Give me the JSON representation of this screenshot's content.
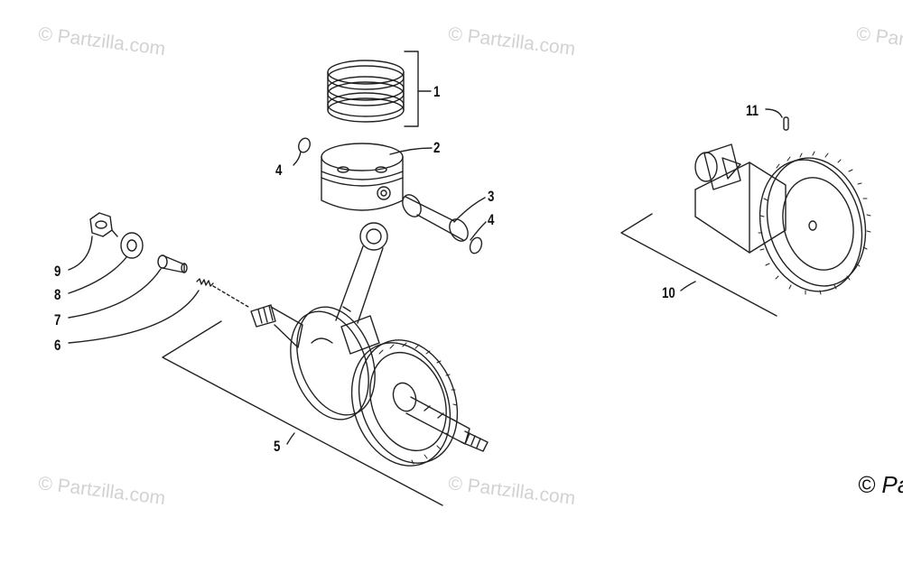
{
  "diagram": {
    "callouts": [
      {
        "id": "c1",
        "text": "1"
      },
      {
        "id": "c2",
        "text": "2"
      },
      {
        "id": "c3",
        "text": "3"
      },
      {
        "id": "c4a",
        "text": "4"
      },
      {
        "id": "c4b",
        "text": "4"
      },
      {
        "id": "c5",
        "text": "5"
      },
      {
        "id": "c6",
        "text": "6"
      },
      {
        "id": "c7",
        "text": "7"
      },
      {
        "id": "c8",
        "text": "8"
      },
      {
        "id": "c9",
        "text": "9"
      },
      {
        "id": "c10",
        "text": "10"
      },
      {
        "id": "c11",
        "text": "11"
      }
    ],
    "watermark": "© Partzilla.com",
    "corner_copyright": "© Pa"
  }
}
